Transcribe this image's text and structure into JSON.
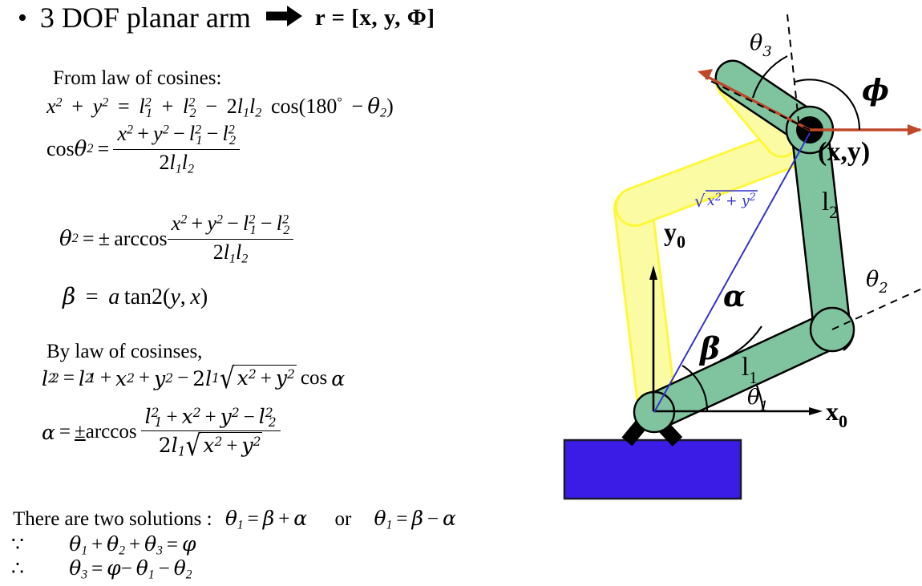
{
  "slide": {
    "title": {
      "bullet": "•",
      "text": "3 DOF planar arm",
      "arrow_icon": "right-arrow-icon",
      "r_vector": "r = [x, y, Φ]"
    },
    "left_column": {
      "heading_1": "From law of cosines:",
      "heading_2": "By law of cosinses,",
      "equations": {
        "eq1": {
          "lhs_x": "x",
          "lhs_x_sup": "2",
          "plus": "+",
          "lhs_y": "y",
          "lhs_y_sup": "2",
          "eq": "=",
          "l1": "l",
          "l1_sub": "1",
          "l1_sup": "2",
          "l2": "l",
          "l2_sub": "2",
          "l2_sup": "2",
          "minus": "−",
          "two": "2",
          "cos_open": "cos(",
          "angle": "180",
          "deg": "°",
          "theta": "θ",
          "theta_sub": "2",
          "close": ")"
        },
        "eq2_label": "cosθ2 = (x²+y²−l1²−l2²)/(2 l1 l2)",
        "eq3_label": "θ2 = ±arccos (x²+y²−l1²−l2²)/(2 l1 l2)",
        "eq4_label": "β = a tan2(y, x)",
        "eq5_label": "l2² = l1² + x² + y² − 2 l1 √(x²+y²) cos α",
        "eq6_label": "α = ±arccos (l1²+x²+y²−l2²)/(2 l1 √(x²+y²))"
      },
      "conclusion": {
        "two_solutions_prefix": "There are two solutions :",
        "solution_1": "θ1 = β + α",
        "or": "or",
        "solution_2": "θ1 = β − α",
        "because_symbol": "∵",
        "because_equation": "θ1 + θ2 + θ3 = φ",
        "therefore_symbol": "∴",
        "therefore_equation": "θ3 = φ − θ1 − θ2"
      }
    },
    "diagram": {
      "labels": {
        "theta1": "θ",
        "theta1_sub": "1",
        "theta2": "θ",
        "theta2_sub": "2",
        "theta3": "θ",
        "theta3_sub": "3",
        "phi": "ϕ",
        "alpha": "α",
        "beta": "β",
        "link1": "l",
        "link1_sub": "1",
        "link2": "l",
        "link2_sub": "2",
        "x_axis": "x",
        "x_axis_sub": "0",
        "y_axis": "y",
        "y_axis_sub": "0",
        "endpoint": "(x,y)",
        "radius_expr": "√(x²+y²)"
      },
      "colors": {
        "link_green": "#7fc49f",
        "ghost_yellow": "#fbfba4",
        "ghost_yellow_edge": "#fdf832",
        "base_blue": "#3b1ce6",
        "axis_red": "#c0482a",
        "radius_blue": "#3333cc",
        "outline": "#000000"
      }
    }
  }
}
